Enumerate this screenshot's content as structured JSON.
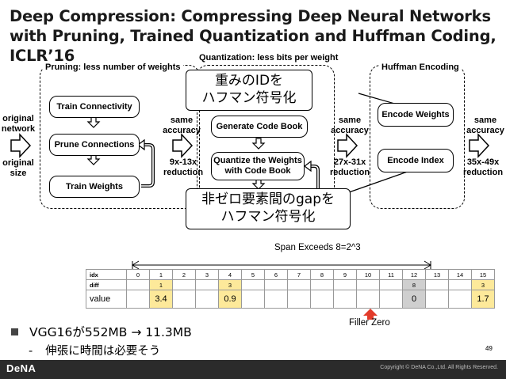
{
  "title": "Deep Compression: Compressing Deep Neural Networks with Pruning, Trained Quantization and Huffman Coding, ICLR’16",
  "sections": {
    "pruning": "Pruning: less number of weights",
    "quantization": "Quantization: less bits per weight",
    "huffman": "Huffman Encoding"
  },
  "boxes": {
    "train_connectivity": "Train Connectivity",
    "prune_connections": "Prune Connections",
    "train_weights": "Train Weights",
    "generate_code_book": "Generate Code Book",
    "quantize_weights": "Quantize the Weights with Code Book",
    "encode_weights": "Encode Weights",
    "encode_index": "Encode Index"
  },
  "labels": {
    "original_network": "original network",
    "original_size": "original size",
    "same_accuracy": "same accuracy",
    "red_1": "9x-13x reduction",
    "red_2": "27x-31x reduction",
    "red_3": "35x-49x reduction"
  },
  "callouts": {
    "weights_huffman": "重みのIDを ハフマン符号化",
    "gap_huffman": "非ゼロ要素間のgapを ハフマン符号化"
  },
  "span": {
    "label": "Span Exceeds 8=2^3",
    "filler": "Filler Zero",
    "row_idx": "idx",
    "row_diff": "diff",
    "row_value": "value",
    "idx": [
      "0",
      "1",
      "2",
      "3",
      "4",
      "5",
      "6",
      "7",
      "8",
      "9",
      "10",
      "11",
      "12",
      "13",
      "14",
      "15"
    ],
    "diff": [
      "",
      "1",
      "",
      "",
      "3",
      "",
      "",
      "",
      "",
      "",
      "",
      "",
      "8",
      "",
      "",
      "3"
    ],
    "value": [
      "",
      "3.4",
      "",
      "",
      "0.9",
      "",
      "",
      "",
      "",
      "",
      "",
      "",
      "0",
      "",
      "",
      "1.7"
    ]
  },
  "bullet": {
    "main": "VGG16が552MB → 11.3MB",
    "sub": "伸張に時間は必要そう"
  },
  "page_number": "49",
  "footer": {
    "logo": "DeNA",
    "copyright": "Copyright © DeNA Co.,Ltd. All Rights Reserved."
  }
}
